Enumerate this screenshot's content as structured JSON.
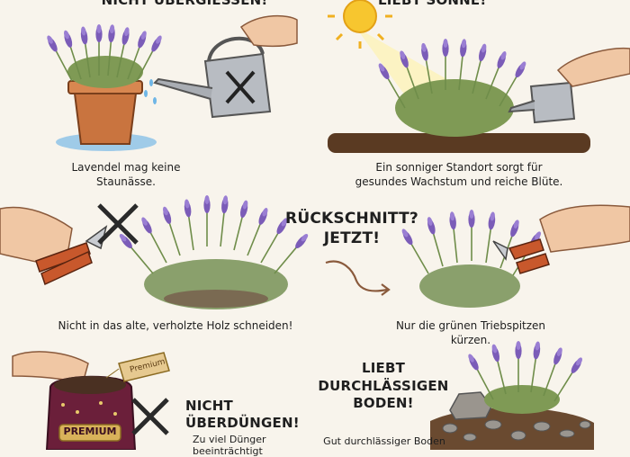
{
  "headings": {
    "top_left_cut": "NICHT ÜBERGIESSEN!",
    "top_right_cut": "LIEBT SONNE!",
    "rueckschnitt_line1": "RÜCKSCHNITT?",
    "rueckschnitt_line2": "JETZT!",
    "nicht_ueberduengen_line1": "NICHT",
    "nicht_ueberduengen_line2": "ÜBERDÜNGEN!",
    "boden_line1": "LIEBT",
    "boden_line2": "DURCHLÄSSIGEN",
    "boden_line3": "BODEN!"
  },
  "captions": {
    "staunaesse_line1": "Lavendel mag keine",
    "staunaesse_line2": "Staunässe.",
    "sonnig_line1": "Ein sonniger Standort sorgt für",
    "sonnig_line2": "gesundes Wachstum und reiche Blüte.",
    "altholz": "Nicht in das alte, verholzte Holz schneiden!",
    "triebspitzen_line1": "Nur die grünen Triebspitzen",
    "triebspitzen_line2": "kürzen.",
    "duenger_line1": "Zu viel Dünger",
    "duenger_line2": "beeinträchtigt",
    "boden_line1": "Gut durchlässiger Boden"
  },
  "labels": {
    "sack": "PREMIUM",
    "tag": "Premium"
  },
  "icons": [
    "sun-icon",
    "cross-icon",
    "arrow-icon",
    "watering-can-icon",
    "pruning-shears-icon"
  ],
  "colors": {
    "background": "#f8f4ec",
    "lavender": "#7b5cb8",
    "leaf": "#7f9a55",
    "soil": "#5a3a22",
    "cross": "#2a2a2a",
    "pot": "#c9743f",
    "sack": "#6b1f3a"
  }
}
